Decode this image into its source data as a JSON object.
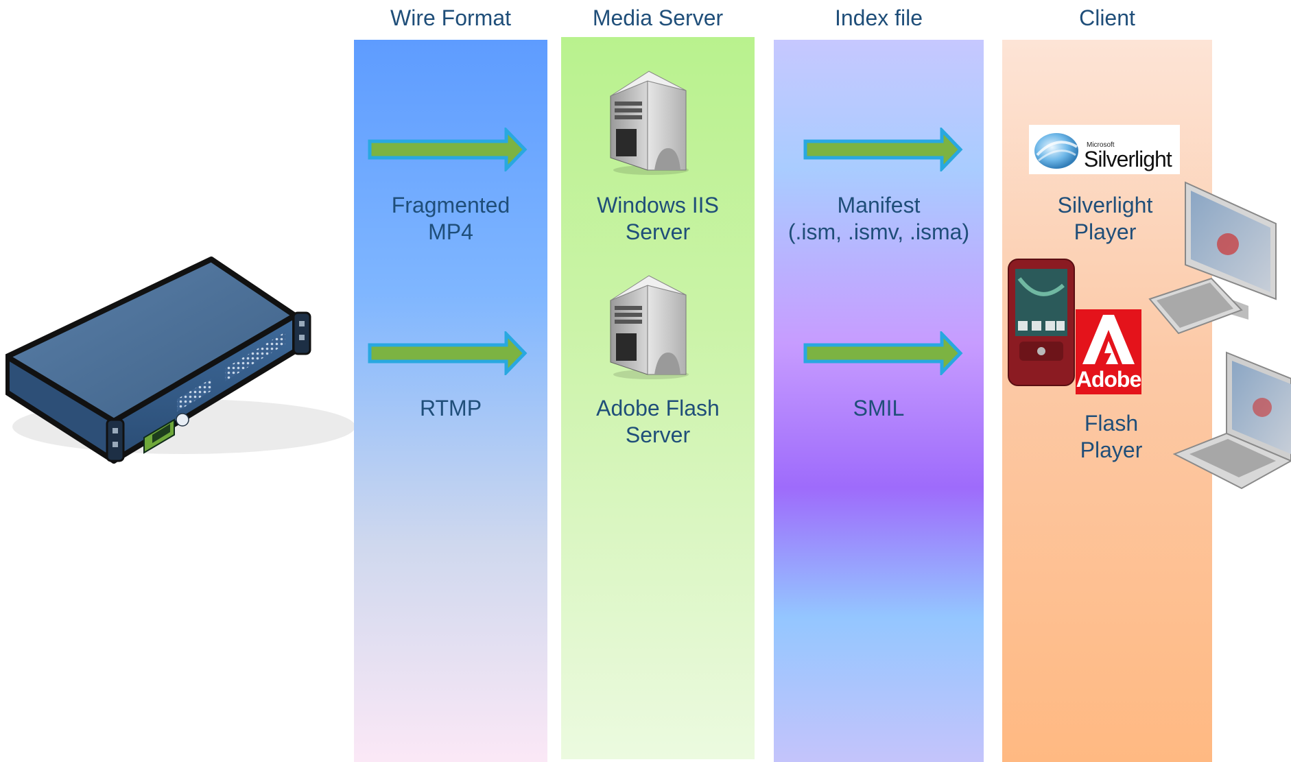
{
  "columns": {
    "wire_format": "Wire Format",
    "media_server": "Media Server",
    "index_file": "Index file",
    "client": "Client"
  },
  "wire": {
    "fragmented_l1": "Fragmented",
    "fragmented_l2": "MP4",
    "rtmp": "RTMP"
  },
  "server": {
    "iis_l1": "Windows IIS",
    "iis_l2": "Server",
    "flash_l1": "Adobe Flash",
    "flash_l2": "Server"
  },
  "index": {
    "manifest_l1": "Manifest",
    "manifest_l2": "(.ism, .ismv, .isma)",
    "smil": "SMIL"
  },
  "client": {
    "silverlight_l1": "Silverlight",
    "silverlight_l2": "Player",
    "flash_l1": "Flash",
    "flash_l2": "Player"
  },
  "logos": {
    "microsoft_small": "Microsoft",
    "silverlight": "Silverlight",
    "adobe": "Adobe"
  },
  "colors": {
    "arrow_fill": "#7cb342",
    "arrow_stroke": "#29a8e0",
    "text": "#1f4e79"
  }
}
